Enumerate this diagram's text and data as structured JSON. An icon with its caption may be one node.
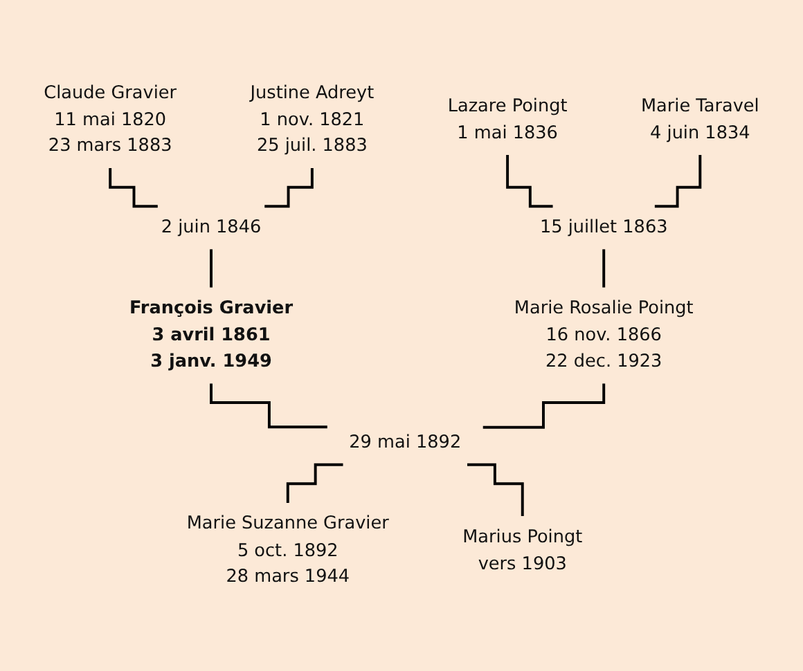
{
  "diagram": {
    "nodes": [
      {
        "text": [
          "Claude Gravier",
          "11 mai 1820",
          "23 mars 1883"
        ]
      },
      {
        "text": [
          "Justine Adreyt",
          "1 nov. 1821",
          "25 juil. 1883"
        ]
      },
      {
        "text": [
          "Lazare Poingt",
          "1 mai 1836"
        ]
      },
      {
        "text": [
          "Marie Taravel",
          "4 juin 1834"
        ]
      },
      {
        "text": [
          "2 juin 1846"
        ]
      },
      {
        "text": [
          "15 juillet 1863"
        ]
      },
      {
        "text": [
          "François Gravier",
          "3 avril 1861",
          "3 janv. 1949"
        ]
      },
      {
        "text": [
          "Marie Rosalie Poingt",
          "16 nov. 1866",
          "22 dec. 1923"
        ]
      },
      {
        "text": [
          "29 mai 1892"
        ]
      },
      {
        "text": [
          "Marie Suzanne Gravier",
          "5 oct. 1892",
          "28 mars 1944"
        ]
      },
      {
        "text": [
          "Marius Poingt",
          "vers 1903"
        ]
      }
    ],
    "edges": [
      {
        "from": 0,
        "to": 4,
        "arrow": "none"
      },
      {
        "from": 1,
        "to": 4,
        "arrow": "none"
      },
      {
        "from": 4,
        "to": 6,
        "arrow": "none"
      },
      {
        "from": 2,
        "to": 5,
        "arrow": "none"
      },
      {
        "from": 3,
        "to": 5,
        "arrow": "none"
      },
      {
        "from": 5,
        "to": 7,
        "arrow": "none"
      },
      {
        "from": 6,
        "to": 8,
        "arrow": "none"
      },
      {
        "from": 7,
        "to": 8,
        "arrow": "none"
      },
      {
        "from": 8,
        "to": 9,
        "arrow": "none"
      },
      {
        "from": 8,
        "to": 10,
        "arrow": "none"
      }
    ]
  }
}
